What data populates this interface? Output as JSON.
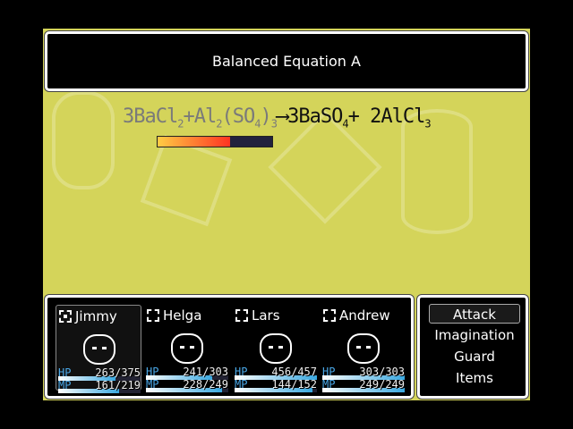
{
  "title": "Balanced Equation A",
  "equation": {
    "reactants": [
      {
        "coef": "3",
        "f": "BaCl",
        "s": "2"
      },
      {
        "f": "Al",
        "s": "2"
      },
      {
        "f": "(SO",
        "s": "4"
      },
      {
        "f": ")",
        "s": "3"
      }
    ],
    "products_text": "3BaSO",
    "s1": "4",
    "p2": "+ 2AlCl",
    "s2": "3",
    "plus": "+",
    "arrow": "⟶"
  },
  "gauge": {
    "fraction": 0.63
  },
  "party": [
    {
      "name": "Jimmy",
      "hp": "263/375",
      "mp": "161/219",
      "hpf": 0.7,
      "mpf": 0.74,
      "selected": true
    },
    {
      "name": "Helga",
      "hp": "241/303",
      "mp": "228/249",
      "hpf": 0.8,
      "mpf": 0.92
    },
    {
      "name": "Lars",
      "hp": "456/457",
      "mp": "144/152",
      "hpf": 1.0,
      "mpf": 0.95
    },
    {
      "name": "Andrew",
      "hp": "303/303",
      "mp": "249/249",
      "hpf": 1.0,
      "mpf": 1.0
    }
  ],
  "labels": {
    "hp": "HP",
    "mp": "MP"
  },
  "commands": [
    "Attack",
    "Imagination",
    "Guard",
    "Items"
  ],
  "colors": {
    "field": "#d4d45a",
    "hp_mp_label": "#4aa8e8"
  }
}
